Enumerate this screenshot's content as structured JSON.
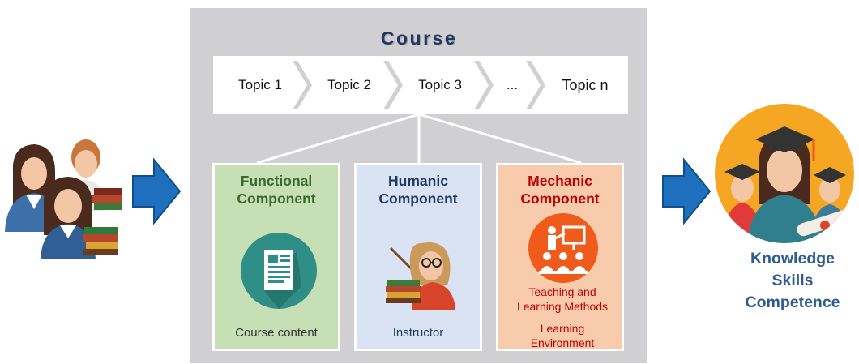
{
  "course": {
    "title": "Course",
    "topics": [
      "Topic 1",
      "Topic 2",
      "Topic 3",
      "...",
      "Topic n"
    ]
  },
  "components": {
    "functional": {
      "title_line1": "Functional",
      "title_line2": "Component",
      "caption": "Course content",
      "color": "#3a6a2b",
      "bg": "#c6dfb4"
    },
    "humanic": {
      "title_line1": "Humanic",
      "title_line2": "Component",
      "caption": "Instructor",
      "color": "#1f3864",
      "bg": "#dae3f3"
    },
    "mechanic": {
      "title_line1": "Mechanic",
      "title_line2": "Component",
      "caption_1": "Teaching and Learning Methods",
      "caption_2": "Learning Environment",
      "color": "#c00000",
      "bg": "#f8cbad"
    }
  },
  "outcome": {
    "line1": "Knowledge",
    "line2": "Skills",
    "line3": "Competence",
    "color": "#2e5c8e"
  },
  "icons": [
    "students-books-icon",
    "arrow-right-icon",
    "document-icon",
    "teacher-icon",
    "presentation-icon",
    "graduates-icon"
  ]
}
